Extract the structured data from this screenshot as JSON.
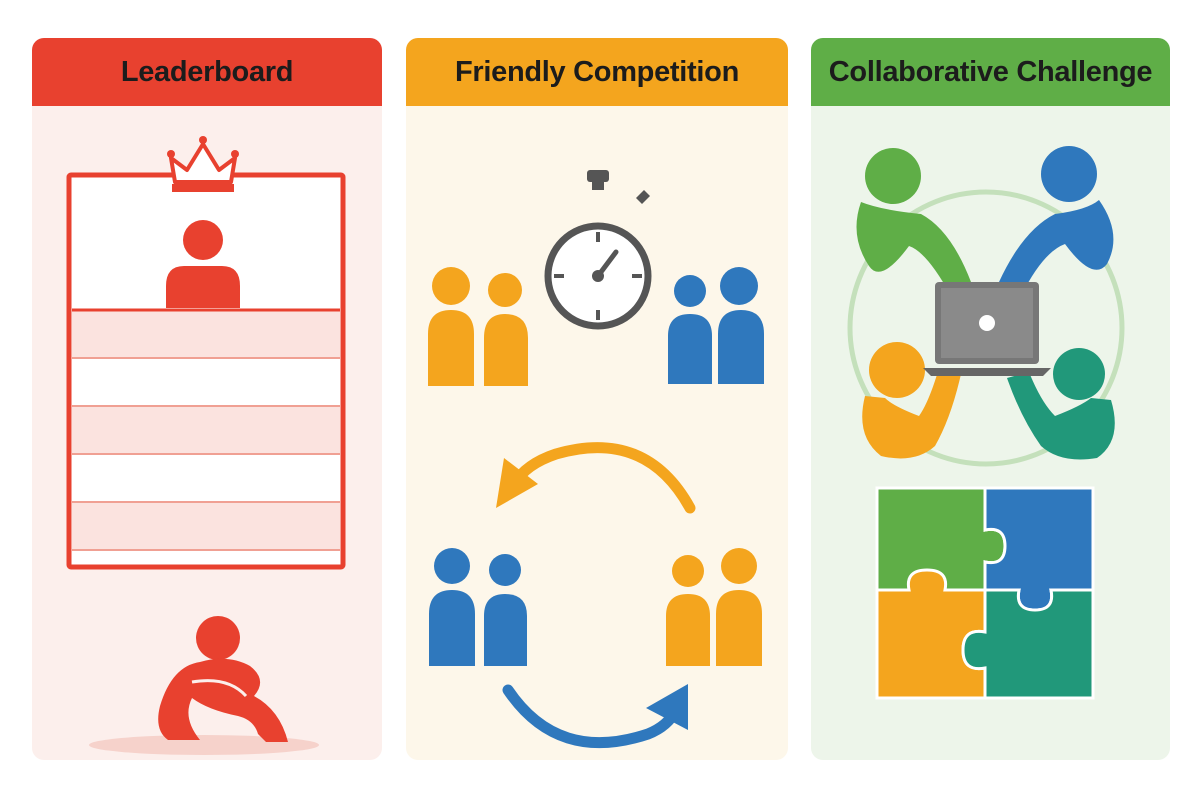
{
  "panels": [
    {
      "title": "Leaderboard",
      "color": "#e8412f"
    },
    {
      "title": "Friendly Competition",
      "color": "#f4a51e"
    },
    {
      "title": "Collaborative Challenge",
      "color": "#5fae47"
    }
  ],
  "icons": {
    "leaderboard": [
      "crown-icon",
      "leader-person-icon",
      "leaderboard-table",
      "sad-person-icon"
    ],
    "competition": [
      "team-yellow-icon",
      "stopwatch-icon",
      "team-blue-icon",
      "cycle-arrows-icon"
    ],
    "collaboration": [
      "people-around-laptop-icon",
      "laptop-icon",
      "puzzle-icon"
    ]
  },
  "colors": {
    "red": "#e8412f",
    "yellow": "#f4a51e",
    "blue": "#2f78bd",
    "green": "#5fae47",
    "teal": "#21987a",
    "gray": "#666666"
  }
}
